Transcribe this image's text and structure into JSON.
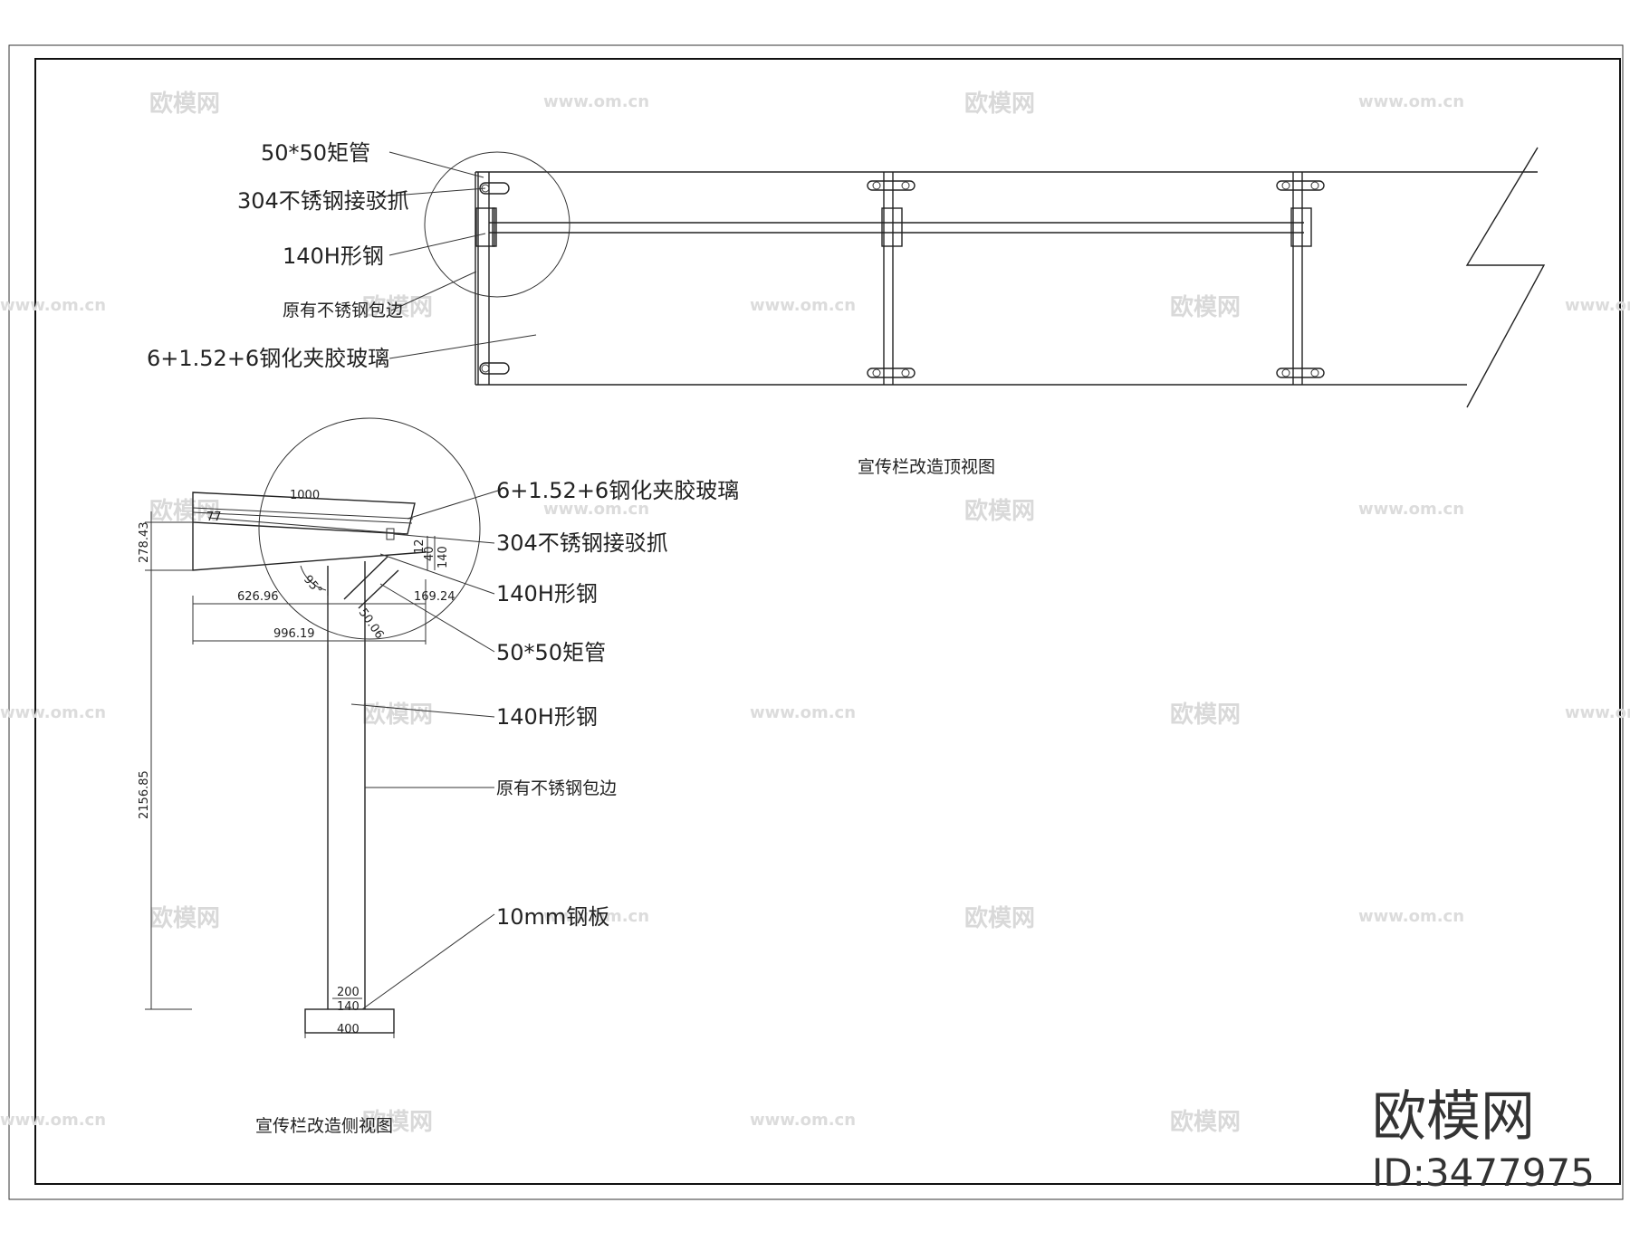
{
  "top_view": {
    "title": "宣传栏改造顶视图",
    "labels": {
      "tube": "50*50矩管",
      "clamp": "304不锈钢接驳抓",
      "hsteel": "140H形钢",
      "edge": "原有不锈钢包边",
      "glass": "6+1.52+6钢化夹胶玻璃"
    }
  },
  "side_view": {
    "title": "宣传栏改造侧视图",
    "labels": {
      "glass": "6+1.52+6钢化夹胶玻璃",
      "clamp": "304不锈钢接驳抓",
      "hsteel_top": "140H形钢",
      "tube": "50*50矩管",
      "hsteel_post": "140H形钢",
      "edge": "原有不锈钢包边",
      "plate": "10mm钢板"
    },
    "dimensions": {
      "d1000": "1000",
      "d278": "278.43",
      "d626": "626.96",
      "d996": "996.19",
      "d169": "169.24",
      "d95": "95°",
      "d5006": "50.06",
      "d12": "12",
      "d40": "40",
      "d140v": "140",
      "d2156": "2156.85",
      "d200": "200",
      "d140": "140",
      "d400": "400",
      "d77": "77"
    }
  },
  "watermark": {
    "logo": "欧模网",
    "url": "www.om.cn",
    "brand": "欧模网",
    "id": "ID:3477975"
  }
}
